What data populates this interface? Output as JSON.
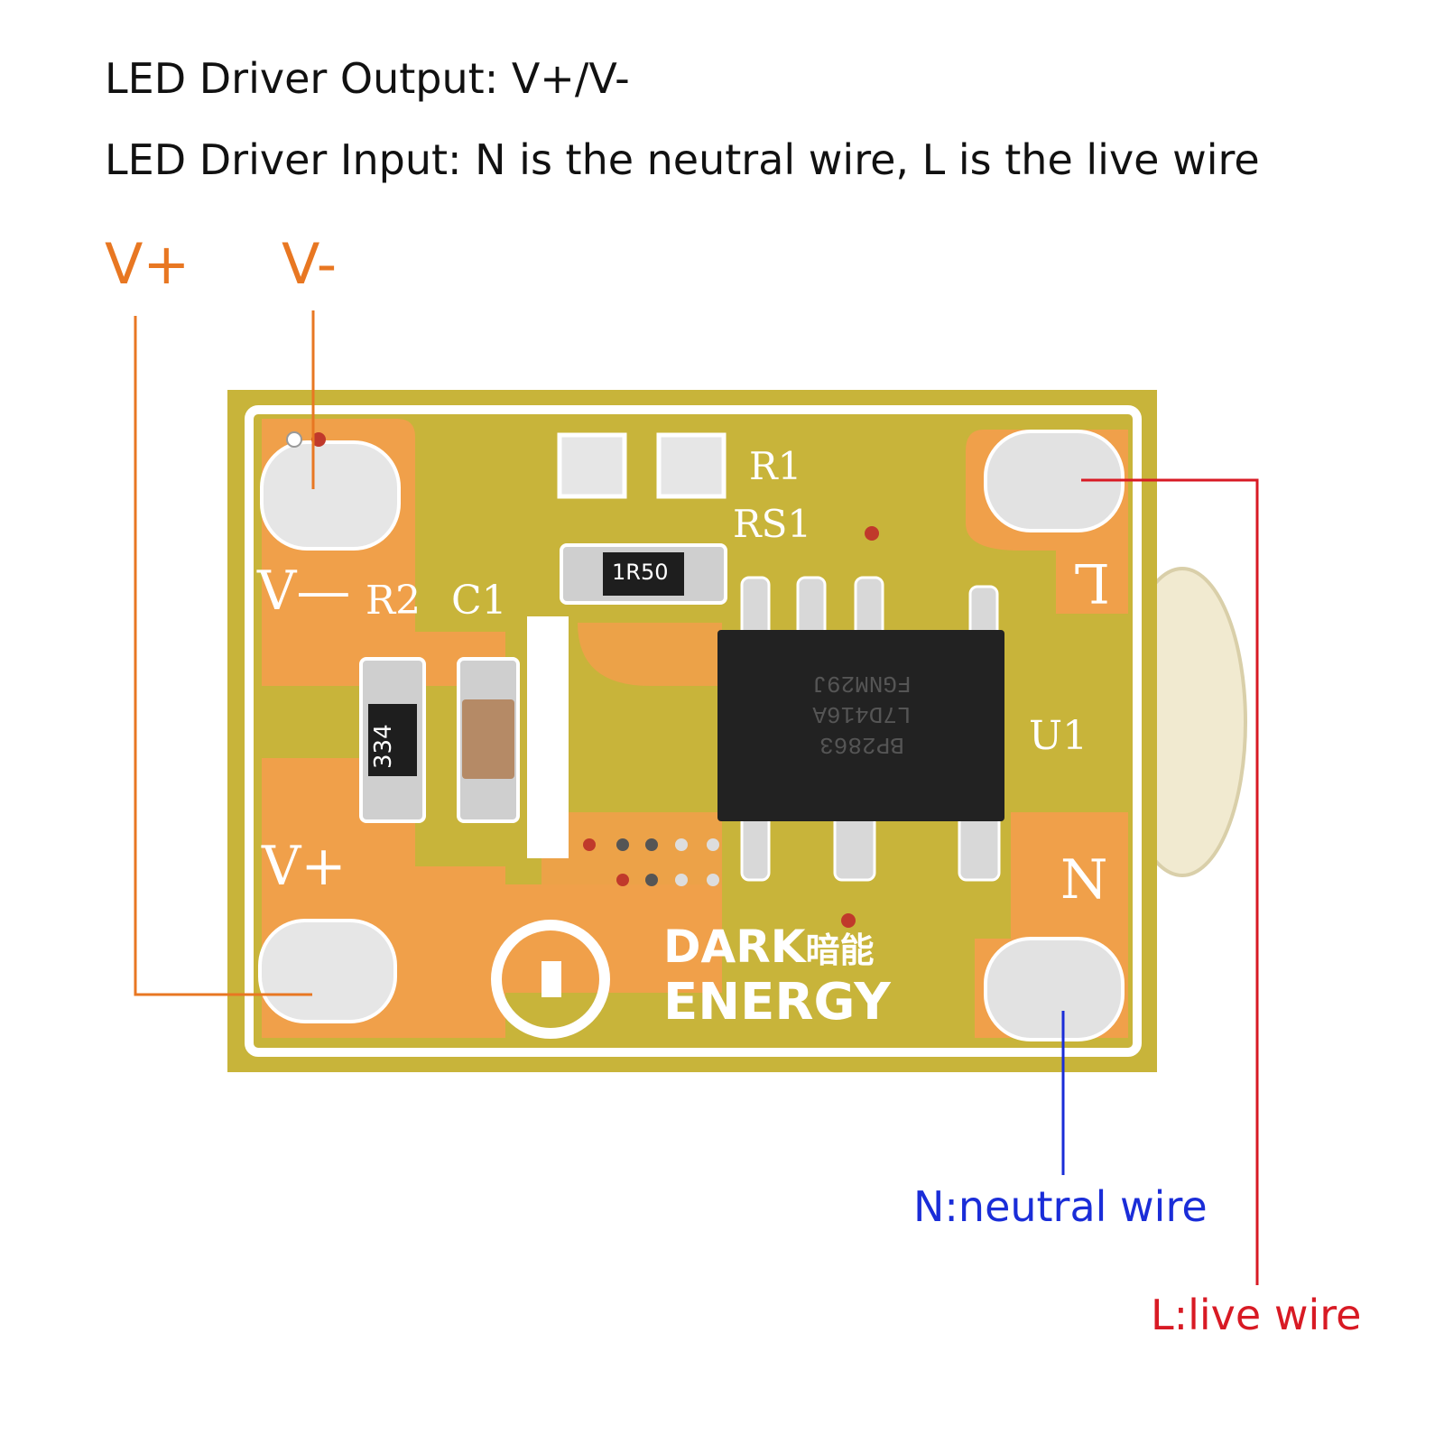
{
  "header": {
    "output_line": "LED Driver Output: V+/V-",
    "input_line": "LED Driver Input: N is the neutral wire, L is the live wire"
  },
  "output_labels": {
    "vplus": "V+",
    "vminus": "V-"
  },
  "board": {
    "silk_vminus": "V—",
    "silk_vplus": "V+",
    "silk_r2": "R2",
    "silk_c1": "C1",
    "silk_r1": "R1",
    "silk_rs1": "RS1",
    "silk_u1": "U1",
    "silk_l": "L",
    "silk_n": "N",
    "resistor_code": "334",
    "rs1_code": "1R50",
    "chip_marking": [
      "BP2863",
      "L7D416A",
      "FGNM29J"
    ],
    "logo_line1": "DARK",
    "logo_line1_cn": "暗能",
    "logo_line2": "ENERGY"
  },
  "callouts": {
    "neutral": "N:neutral wire",
    "live": "L:live wire"
  },
  "colors": {
    "orange": "#e87722",
    "blue": "#1a2dd8",
    "red": "#d81a24",
    "pcb": "#c8b43a",
    "pad_orange": "#f0a04a"
  }
}
